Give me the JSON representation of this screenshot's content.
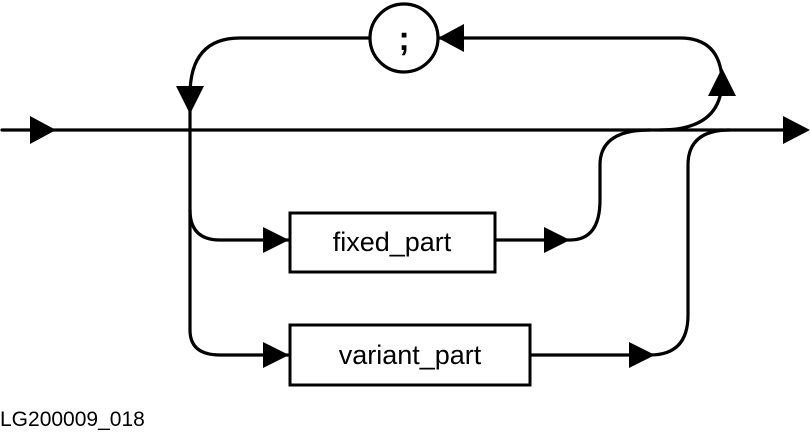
{
  "diagram": {
    "kind": "syntax-diagram",
    "separator": ";",
    "nodes": [
      {
        "id": "fixed_part",
        "label": "fixed_part"
      },
      {
        "id": "variant_part",
        "label": "variant_part"
      }
    ],
    "figure_id": "LG200009_018"
  }
}
